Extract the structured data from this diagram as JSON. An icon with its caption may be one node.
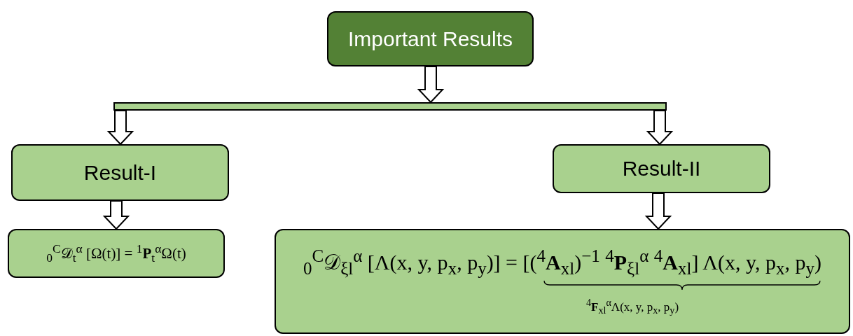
{
  "diagram": {
    "nodes": [
      {
        "text": [
          "Important Results"
        ]
      },
      {
        "text": [],
        "shape": "bar"
      },
      {
        "text": [
          "Result-I"
        ]
      },
      {
        "text": [
          "Result-II"
        ]
      },
      {
        "text": [
          "$_{0}$$^{C}$𝒟$_{t}$$^{α}$ [Ω(t)] = $^{1}$**P**$_{t}$$^{α}$Ω(t)"
        ]
      },
      {
        "text": [
          "$_{0}$$^{C}$𝒟$_{ξl}$$^{α}$ [Λ(x, y, p$_{x}$, p$_{y}$)] = [($^{4}$**A**$_{xl}$)$^{−1}$ $^{4}$**P**$_{ξl}$$^{α}$ $^{4}$**A**$_{xl}$] Λ(x, y, p$_{x}$, p$_{y}$)",
          "$^{4}$**F**$_{xl}$$^{α}$Λ(x, y, p$_{x}$, p$_{y}$)"
        ]
      }
    ],
    "edges": [
      {
        "from": 0,
        "to": 1,
        "arrow": "to"
      },
      {
        "from": 1,
        "to": 2,
        "arrow": "to"
      },
      {
        "from": 1,
        "to": 3,
        "arrow": "to"
      },
      {
        "from": 2,
        "to": 4,
        "arrow": "to"
      },
      {
        "from": 3,
        "to": 5,
        "arrow": "to"
      }
    ]
  }
}
